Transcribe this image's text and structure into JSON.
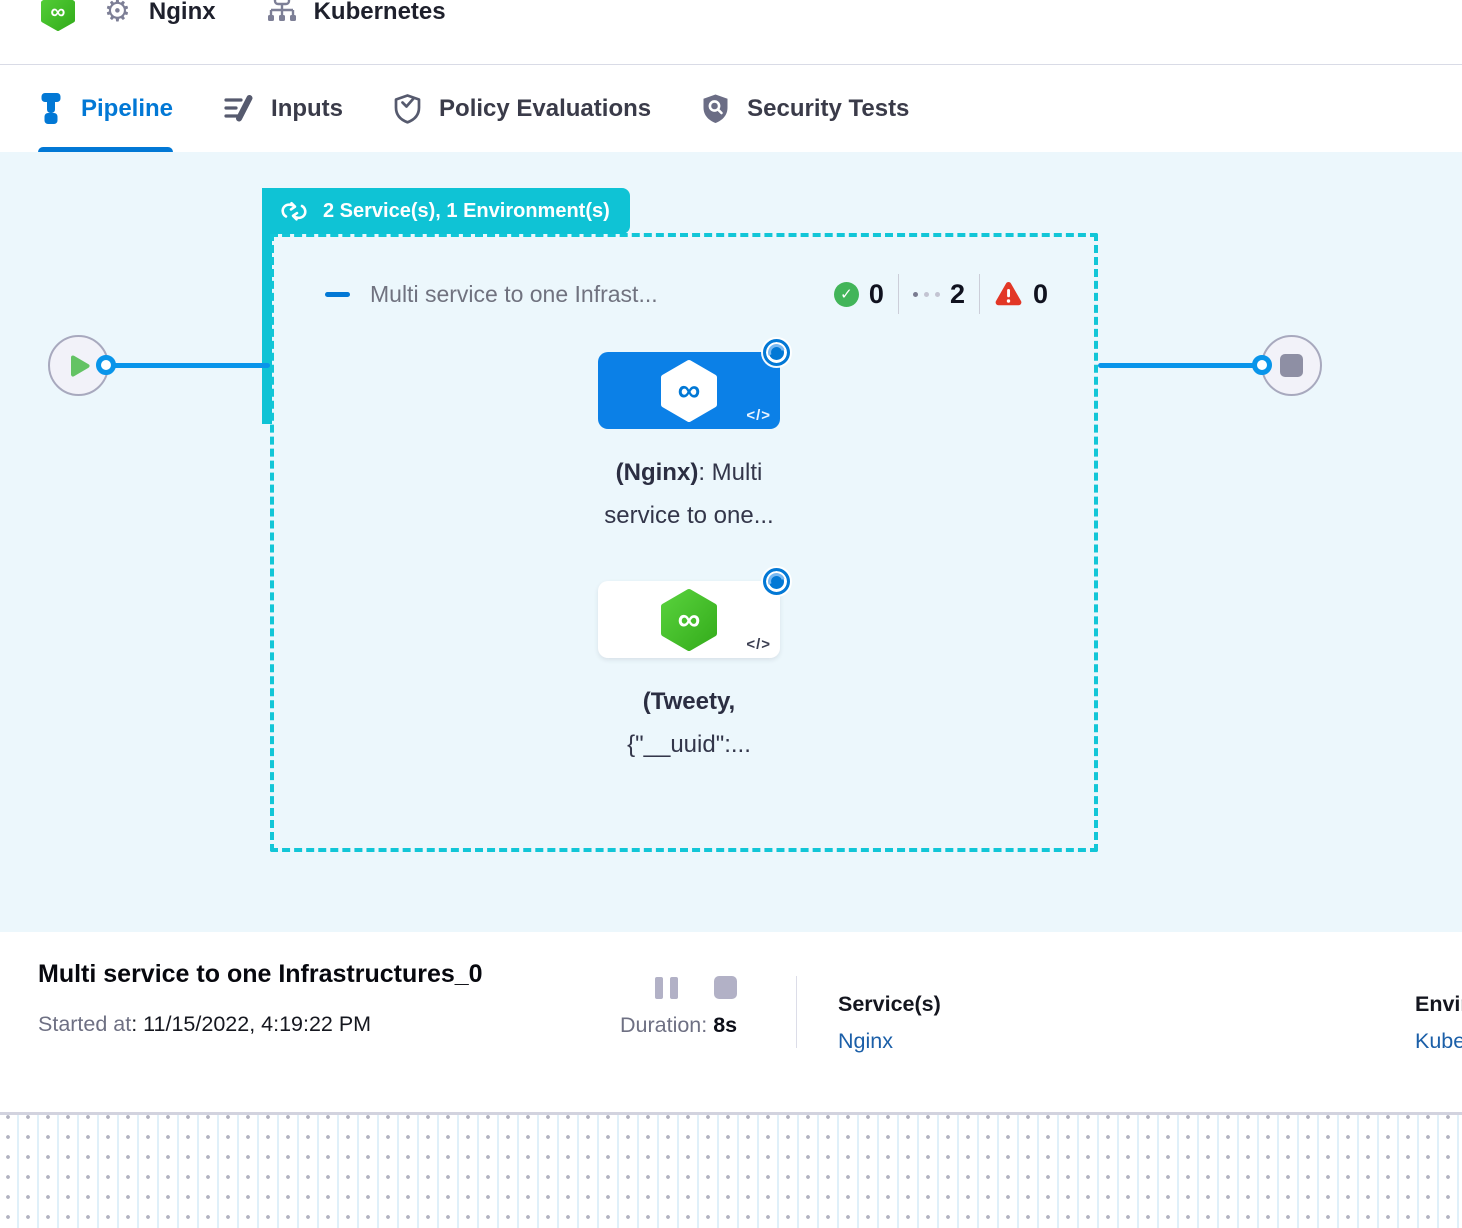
{
  "topbar": {
    "service_crumb": "Nginx",
    "environment_crumb": "Kubernetes"
  },
  "tabs": {
    "pipeline": "Pipeline",
    "inputs": "Inputs",
    "policy": "Policy Evaluations",
    "security": "Security Tests"
  },
  "canvas": {
    "badge_label": "2 Service(s), 1 Environment(s)",
    "group": {
      "title": "Multi service to one Infrast...",
      "success_count": "0",
      "running_count": "2",
      "failed_count": "0"
    },
    "node_nginx": {
      "name_bold": "(Nginx)",
      "line1_rest": ": Multi",
      "line2": "service to one...",
      "code_glyph": "</>"
    },
    "node_tweety": {
      "name_bold": "(Tweety,",
      "line2": "{\"__uuid\":...",
      "code_glyph": "</>"
    }
  },
  "footer": {
    "title": "Multi service to one Infrastructures_0",
    "started_label": "Started at",
    "started_value": ": 11/15/2022, 4:19:22 PM",
    "duration_label": "Duration: ",
    "duration_value": "8s",
    "services_label": "Service(s)",
    "services_value": "Nginx",
    "environments_label": "Environment(s)",
    "environments_value": "Kubernetes"
  },
  "icons": {
    "infinity": "∞",
    "gear": "⚙",
    "check": "✓"
  },
  "colors": {
    "accent_blue": "#0278d5",
    "edge_blue": "#0995ea",
    "teal": "#0fc3d5",
    "canvas_bg": "#ecf7fc",
    "success_green": "#42b559",
    "error_red": "#e23726",
    "node_blue": "#0b80e7",
    "harness_green": "#45c12a",
    "link_blue": "#1b5fa8"
  }
}
